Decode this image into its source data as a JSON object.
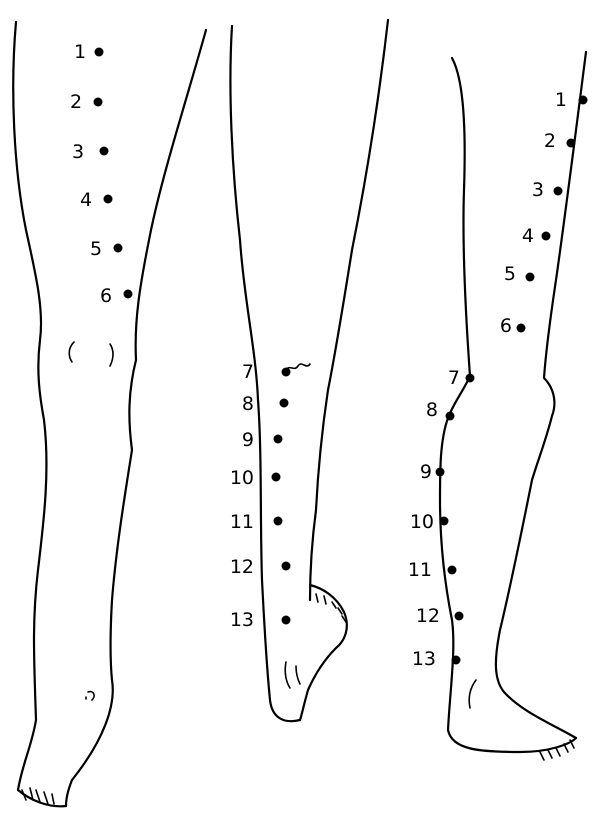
{
  "figure": {
    "front_leg": {
      "points": [
        {
          "label": "1"
        },
        {
          "label": "2"
        },
        {
          "label": "3"
        },
        {
          "label": "4"
        },
        {
          "label": "5"
        },
        {
          "label": "6"
        }
      ]
    },
    "back_leg": {
      "points": [
        {
          "label": "7"
        },
        {
          "label": "8"
        },
        {
          "label": "9"
        },
        {
          "label": "10"
        },
        {
          "label": "11"
        },
        {
          "label": "12"
        },
        {
          "label": "13"
        }
      ]
    },
    "side_leg": {
      "upper_points": [
        {
          "label": "1"
        },
        {
          "label": "2"
        },
        {
          "label": "3"
        },
        {
          "label": "4"
        },
        {
          "label": "5"
        },
        {
          "label": "6"
        }
      ],
      "lower_points": [
        {
          "label": "7"
        },
        {
          "label": "8"
        },
        {
          "label": "9"
        },
        {
          "label": "10"
        },
        {
          "label": "11"
        },
        {
          "label": "12"
        },
        {
          "label": "13"
        }
      ]
    }
  }
}
